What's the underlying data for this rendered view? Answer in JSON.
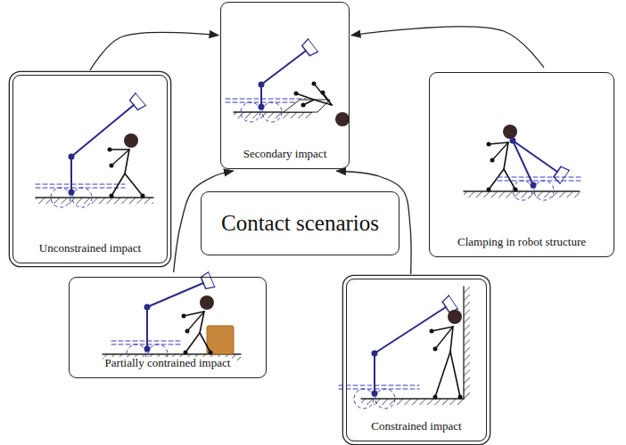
{
  "diagram": {
    "nodes": [
      {
        "text": [
          "Secondary impact"
        ]
      },
      {
        "text": [
          "Unconstrained impact"
        ]
      },
      {
        "text": [
          "Clamping in robot structure"
        ]
      },
      {
        "text": [
          "Contact scenarios"
        ]
      },
      {
        "text": [
          "Partially contrained impact"
        ]
      },
      {
        "text": [
          "Constrained impact"
        ]
      }
    ],
    "edges": [
      {
        "from": 1,
        "to": 0,
        "arrow": "to"
      },
      {
        "from": 4,
        "to": 0,
        "arrow": "to"
      },
      {
        "from": 5,
        "to": 0,
        "arrow": "to"
      },
      {
        "from": 2,
        "to": 0,
        "arrow": "to"
      }
    ]
  }
}
